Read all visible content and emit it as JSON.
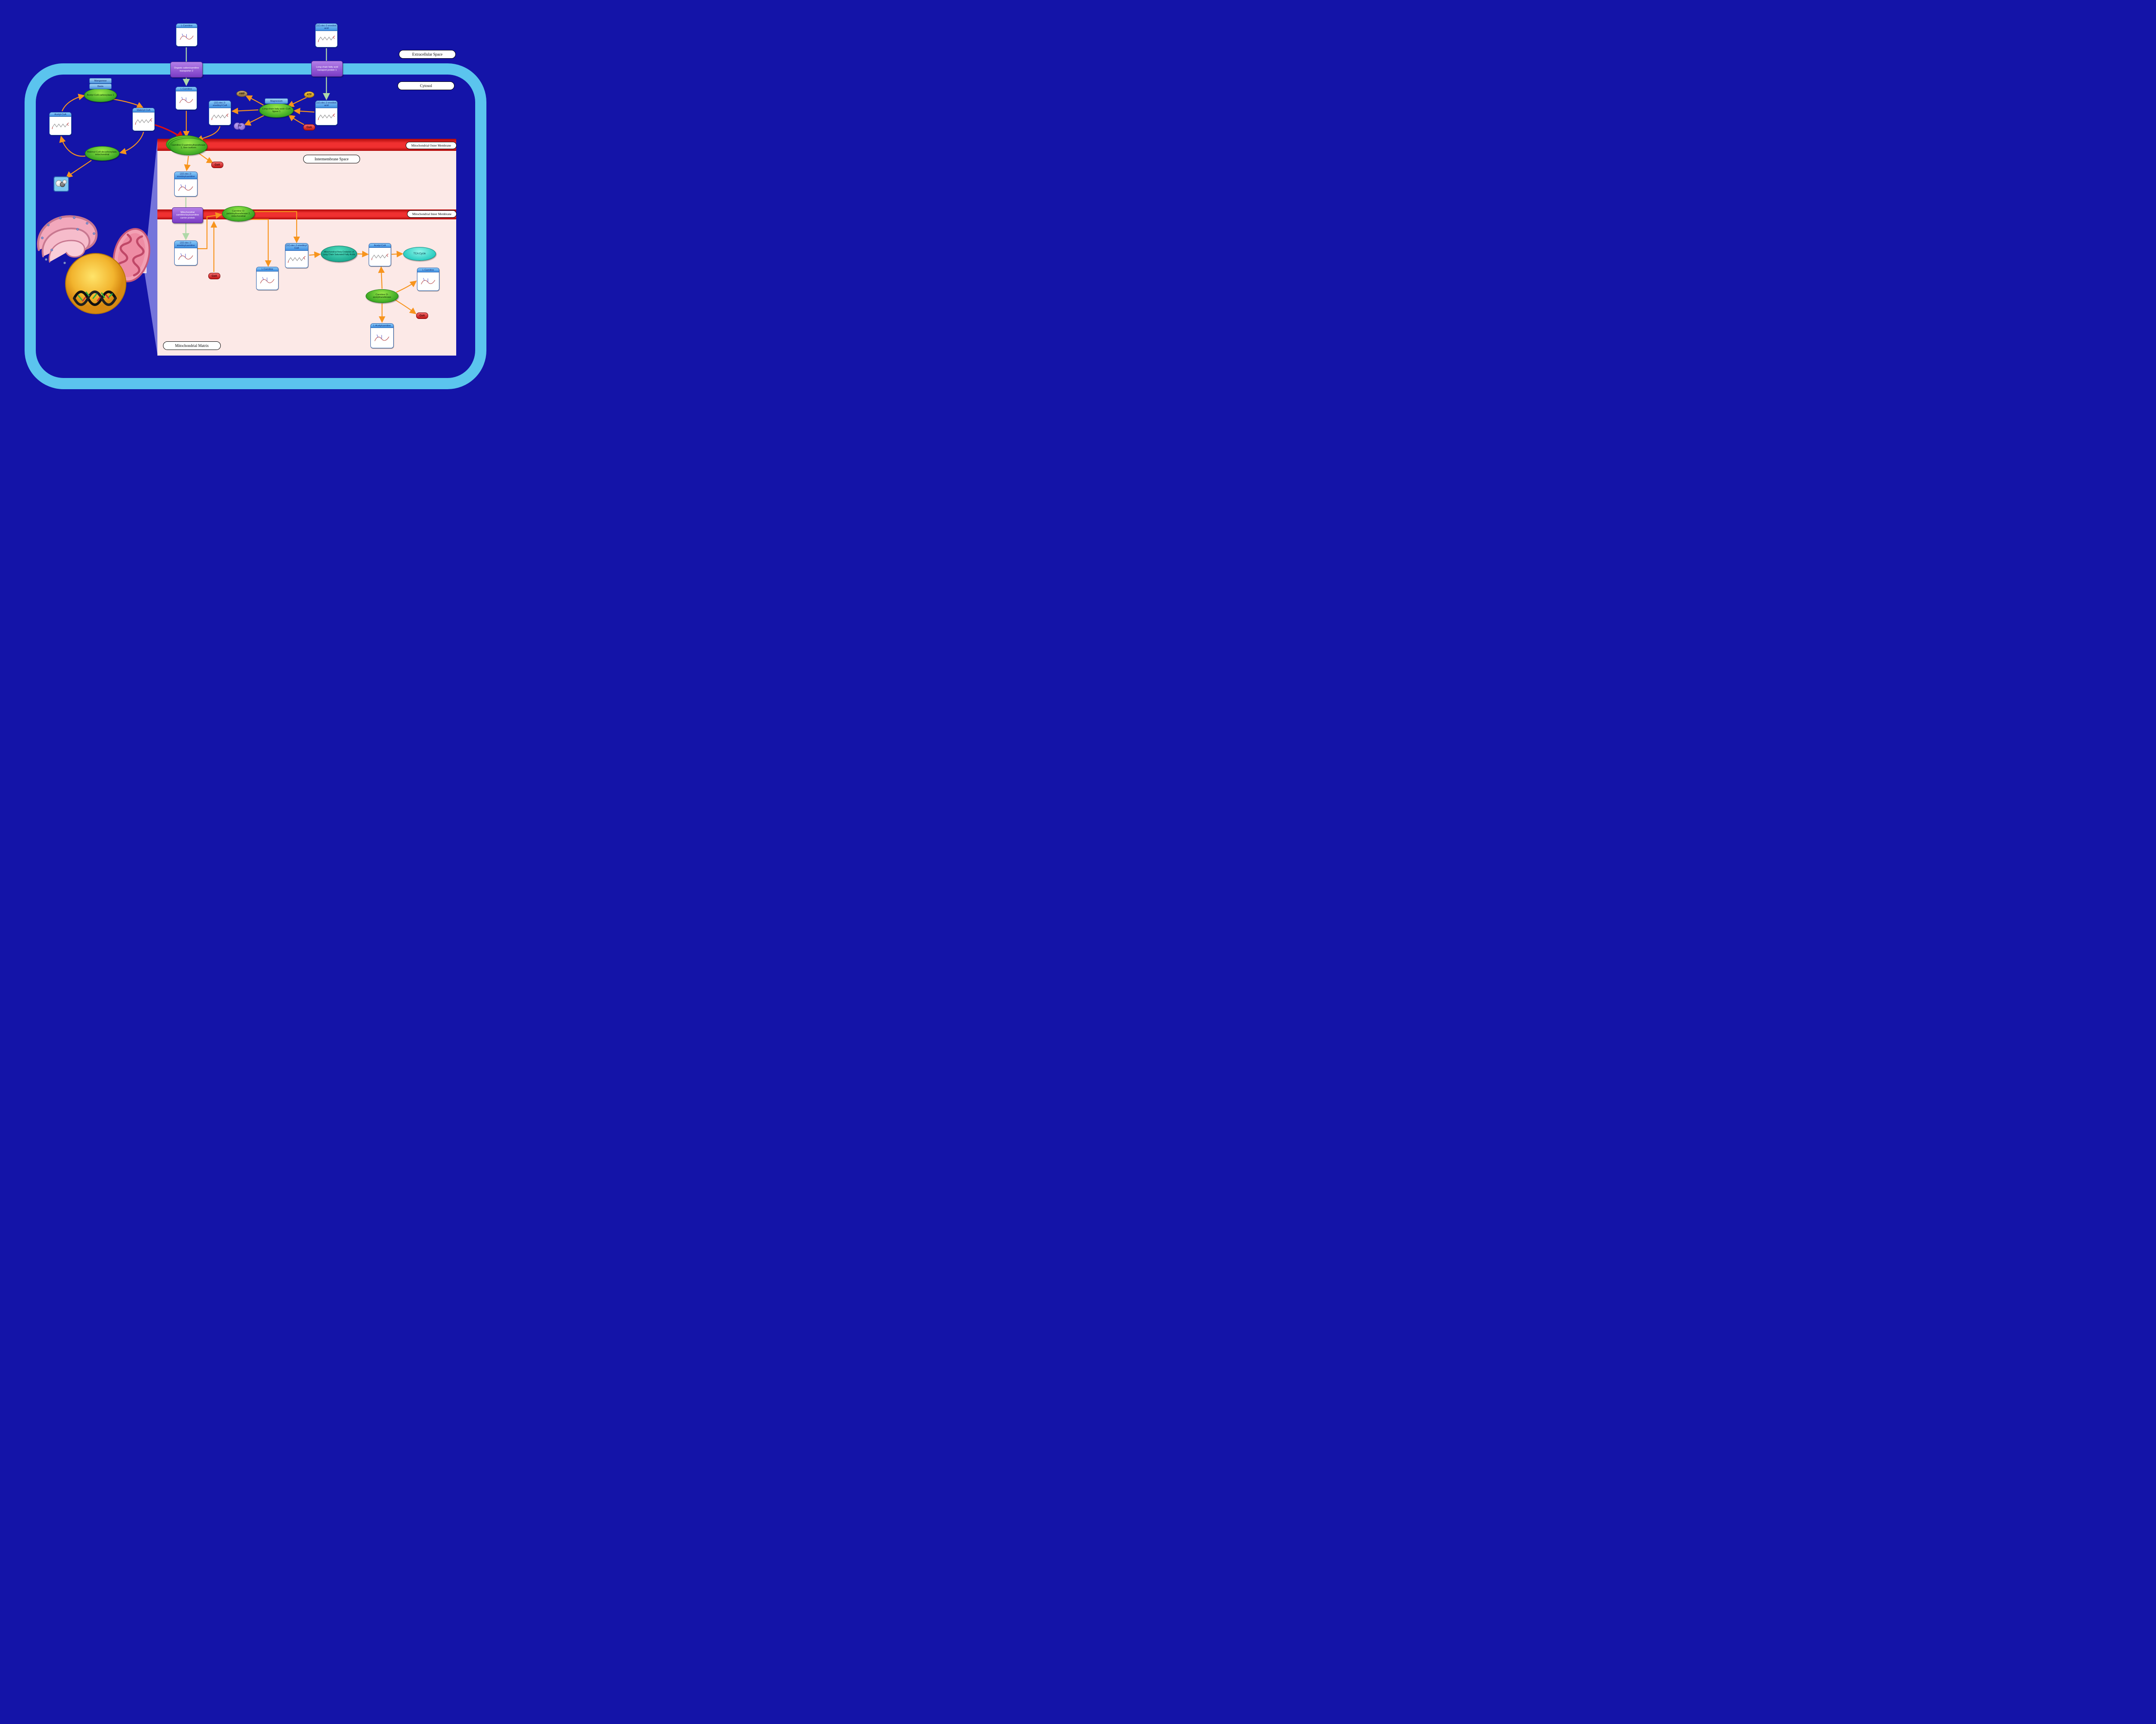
{
  "regions": {
    "extracellular_space": "Extracellular Space",
    "cytosol": "Cytosol",
    "intermembrane_space": "Intermembrane Space",
    "mitochondrial_outer_membrane": "Mitochondrial Outer Membrane",
    "mitochondrial_inner_membrane": "Mitochondrial Inner Membrane",
    "mitochondrial_matrix": "Mitochondrial Matrix"
  },
  "metabolites": {
    "l_carnitine_extracellular": "L-Carnitine",
    "dec_enedioic_acid_extracellular": "(2Z)-dec-2-enedioic acid",
    "l_carnitine_cytosol": "L-Carnitine",
    "dec_enedioic_acid_cytosol": "(2Z)-dec-2-enedioic acid",
    "dec_enedioyl_coa_cytosol": "(2Z)-dec-2-enedioyl-CoA",
    "acetyl_coa_cytosol": "Acetyl-CoA",
    "malonyl_coa": "Malonyl-CoA",
    "dec_enedioylcarnitine_ims": "(2Z)-dec-2-enedioylcarnitine",
    "dec_enedioylcarnitine_matrix": "(2Z)-dec-2-enedioylcarnitine",
    "dec_enedioyl_coa_matrix": "(2Z)-dec-2-enedioyl-CoA",
    "l_carnitine_matrix_left": "L-Carnitine",
    "acetyl_coa_matrix": "Acetyl-CoA",
    "l_carnitine_matrix_right": "L-Carnitine",
    "l_acetylcarnitine": "L-Acetylcarnitine"
  },
  "enzymes": {
    "acc1": "Acetyl-CoA carboxylase 1",
    "mcd": "Malonyl-CoA decarboxylase, mitochondrial",
    "ligase": "Long-chain fatty-acid--CoA ligase 1",
    "cpt1": "Carnitine O-palmitoyltransferase 1, liver isoform",
    "cpt2": "Carnitine O-palmitoyltransferase 2, mitochondrial",
    "crat": "Carnitine O-acetyltransferase"
  },
  "transporters": {
    "octn2": "Organic cation/carnitine transporter 2",
    "fatp1": "Long-chain fatty acid transport protein 1",
    "cact": "Mitochondrial carnitine/acylcarnitine carrier protein"
  },
  "cofactors": {
    "manganese": "Manganese",
    "biotin": "Biotin",
    "magnesium": "Magnesium"
  },
  "small_molecules": {
    "amp": "AMP",
    "atp": "ATP",
    "pp": "PP",
    "coa_cytosol": "CoA",
    "coa_ims": "CoA",
    "coa_matrix_cpt2": "CoA",
    "coa_matrix_crat": "CoA"
  },
  "pathways": {
    "beta_oxidation": "Mitochondrial Beta-Oxidation of Long Chain Saturated Fatty Acids",
    "tca_cycle": "TCA Cycle"
  },
  "icons": {
    "co2": "co2-molecule",
    "nucleus": "nucleus-illustration",
    "mitochondrion": "mitochondrion-illustration",
    "endoplasmic_reticulum": "endoplasmic-reticulum-illustration"
  },
  "colors": {
    "background": "#1414A8",
    "cell_membrane": "#5BC4EE",
    "mito_membrane_red": "#EE2020",
    "mito_lumen_pink": "#FCE9E7",
    "enzyme_green": "#5BCB2E",
    "transporter_purple": "#8C4FD0",
    "metabolite_blue": "#4E95DE",
    "arrow_orange": "#F7941D",
    "inhibition_red": "#E01010",
    "transport_green": "#AFD8A8",
    "coa_red": "#D42020",
    "pathway_teal": "#2BC4A8"
  }
}
